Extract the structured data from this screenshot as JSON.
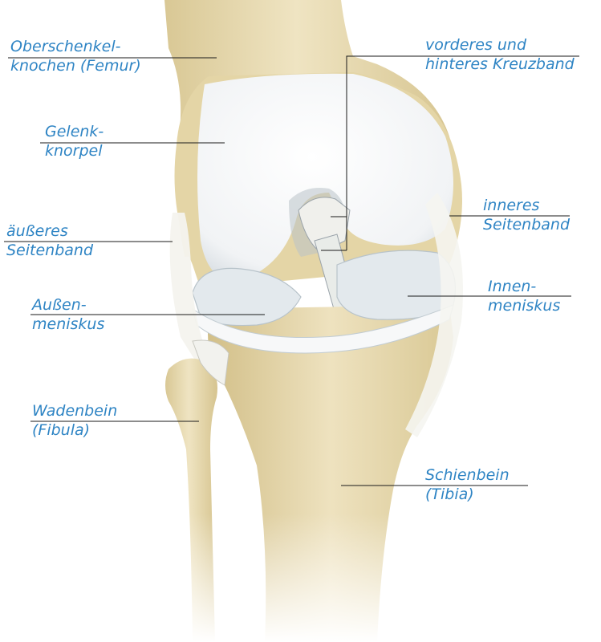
{
  "colors": {
    "label_text": "#2e84c4",
    "bone": "#e8dcb4",
    "bone_shadow": "#cdbd8a",
    "cartilage": "#f4f6f8",
    "meniscus": "#dfe7ec",
    "leader_line": "#1a1a1a"
  },
  "labels": {
    "femur": {
      "line1": "Oberschenkel-",
      "line2": "knochen (Femur)"
    },
    "cruciate": {
      "line1": "vorderes und",
      "line2": "hinteres Kreuzband"
    },
    "cartilage": {
      "line1": "Gelenk-",
      "line2": "knorpel"
    },
    "medial_ligament": {
      "line1": "inneres",
      "line2": "Seitenband"
    },
    "lateral_ligament": {
      "line1": "äußeres",
      "line2": "Seitenband"
    },
    "medial_meniscus": {
      "line1": "Innen-",
      "line2": "meniskus"
    },
    "lateral_meniscus": {
      "line1": "Außen-",
      "line2": "meniskus"
    },
    "fibula": {
      "line1": "Wadenbein",
      "line2": "(Fibula)"
    },
    "tibia": {
      "line1": "Schienbein",
      "line2": "(Tibia)"
    }
  }
}
